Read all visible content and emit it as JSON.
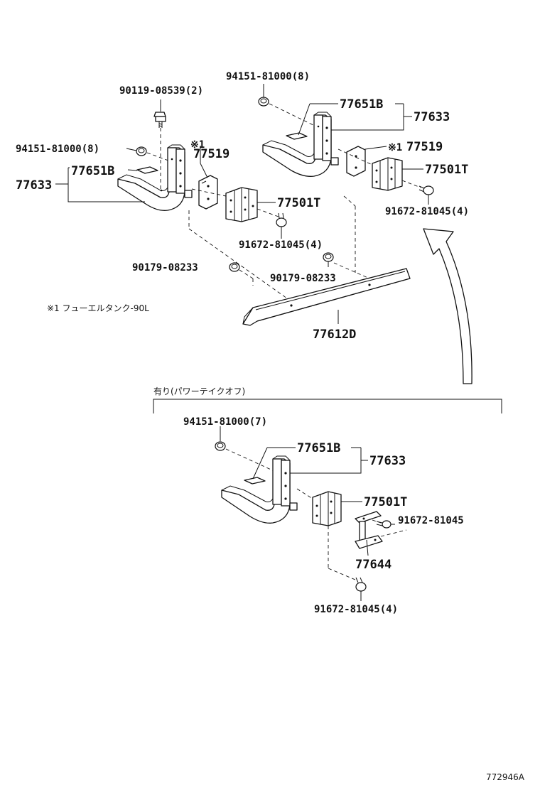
{
  "top": {
    "left_assembly": {
      "bolt": "90119-08539(2)",
      "nut": "94151-81000(8)",
      "bracket": "77651B",
      "assembly": "77633",
      "note_mark": "※1",
      "stay": "77519",
      "plate": "77501T",
      "screw": "91672-81045(4)"
    },
    "right_assembly": {
      "nut": "94151-81000(8)",
      "bracket": "77651B",
      "assembly": "77633",
      "note_mark": "※1",
      "stay": "77519",
      "plate": "77501T",
      "screw": "91672-81045(4)"
    },
    "protector": {
      "nut_left": "90179-08233",
      "nut_right": "90179-08233",
      "part": "77612D"
    },
    "note": "※1 フューエルタンク-90L"
  },
  "bottom": {
    "condition": "有り(パワーテイクオフ)",
    "nut": "94151-81000(7)",
    "bracket": "77651B",
    "assembly": "77633",
    "plate": "77501T",
    "screw_single": "91672-81045",
    "stay": "77644",
    "screw": "91672-81045(4)"
  },
  "figure_id": "772946A"
}
